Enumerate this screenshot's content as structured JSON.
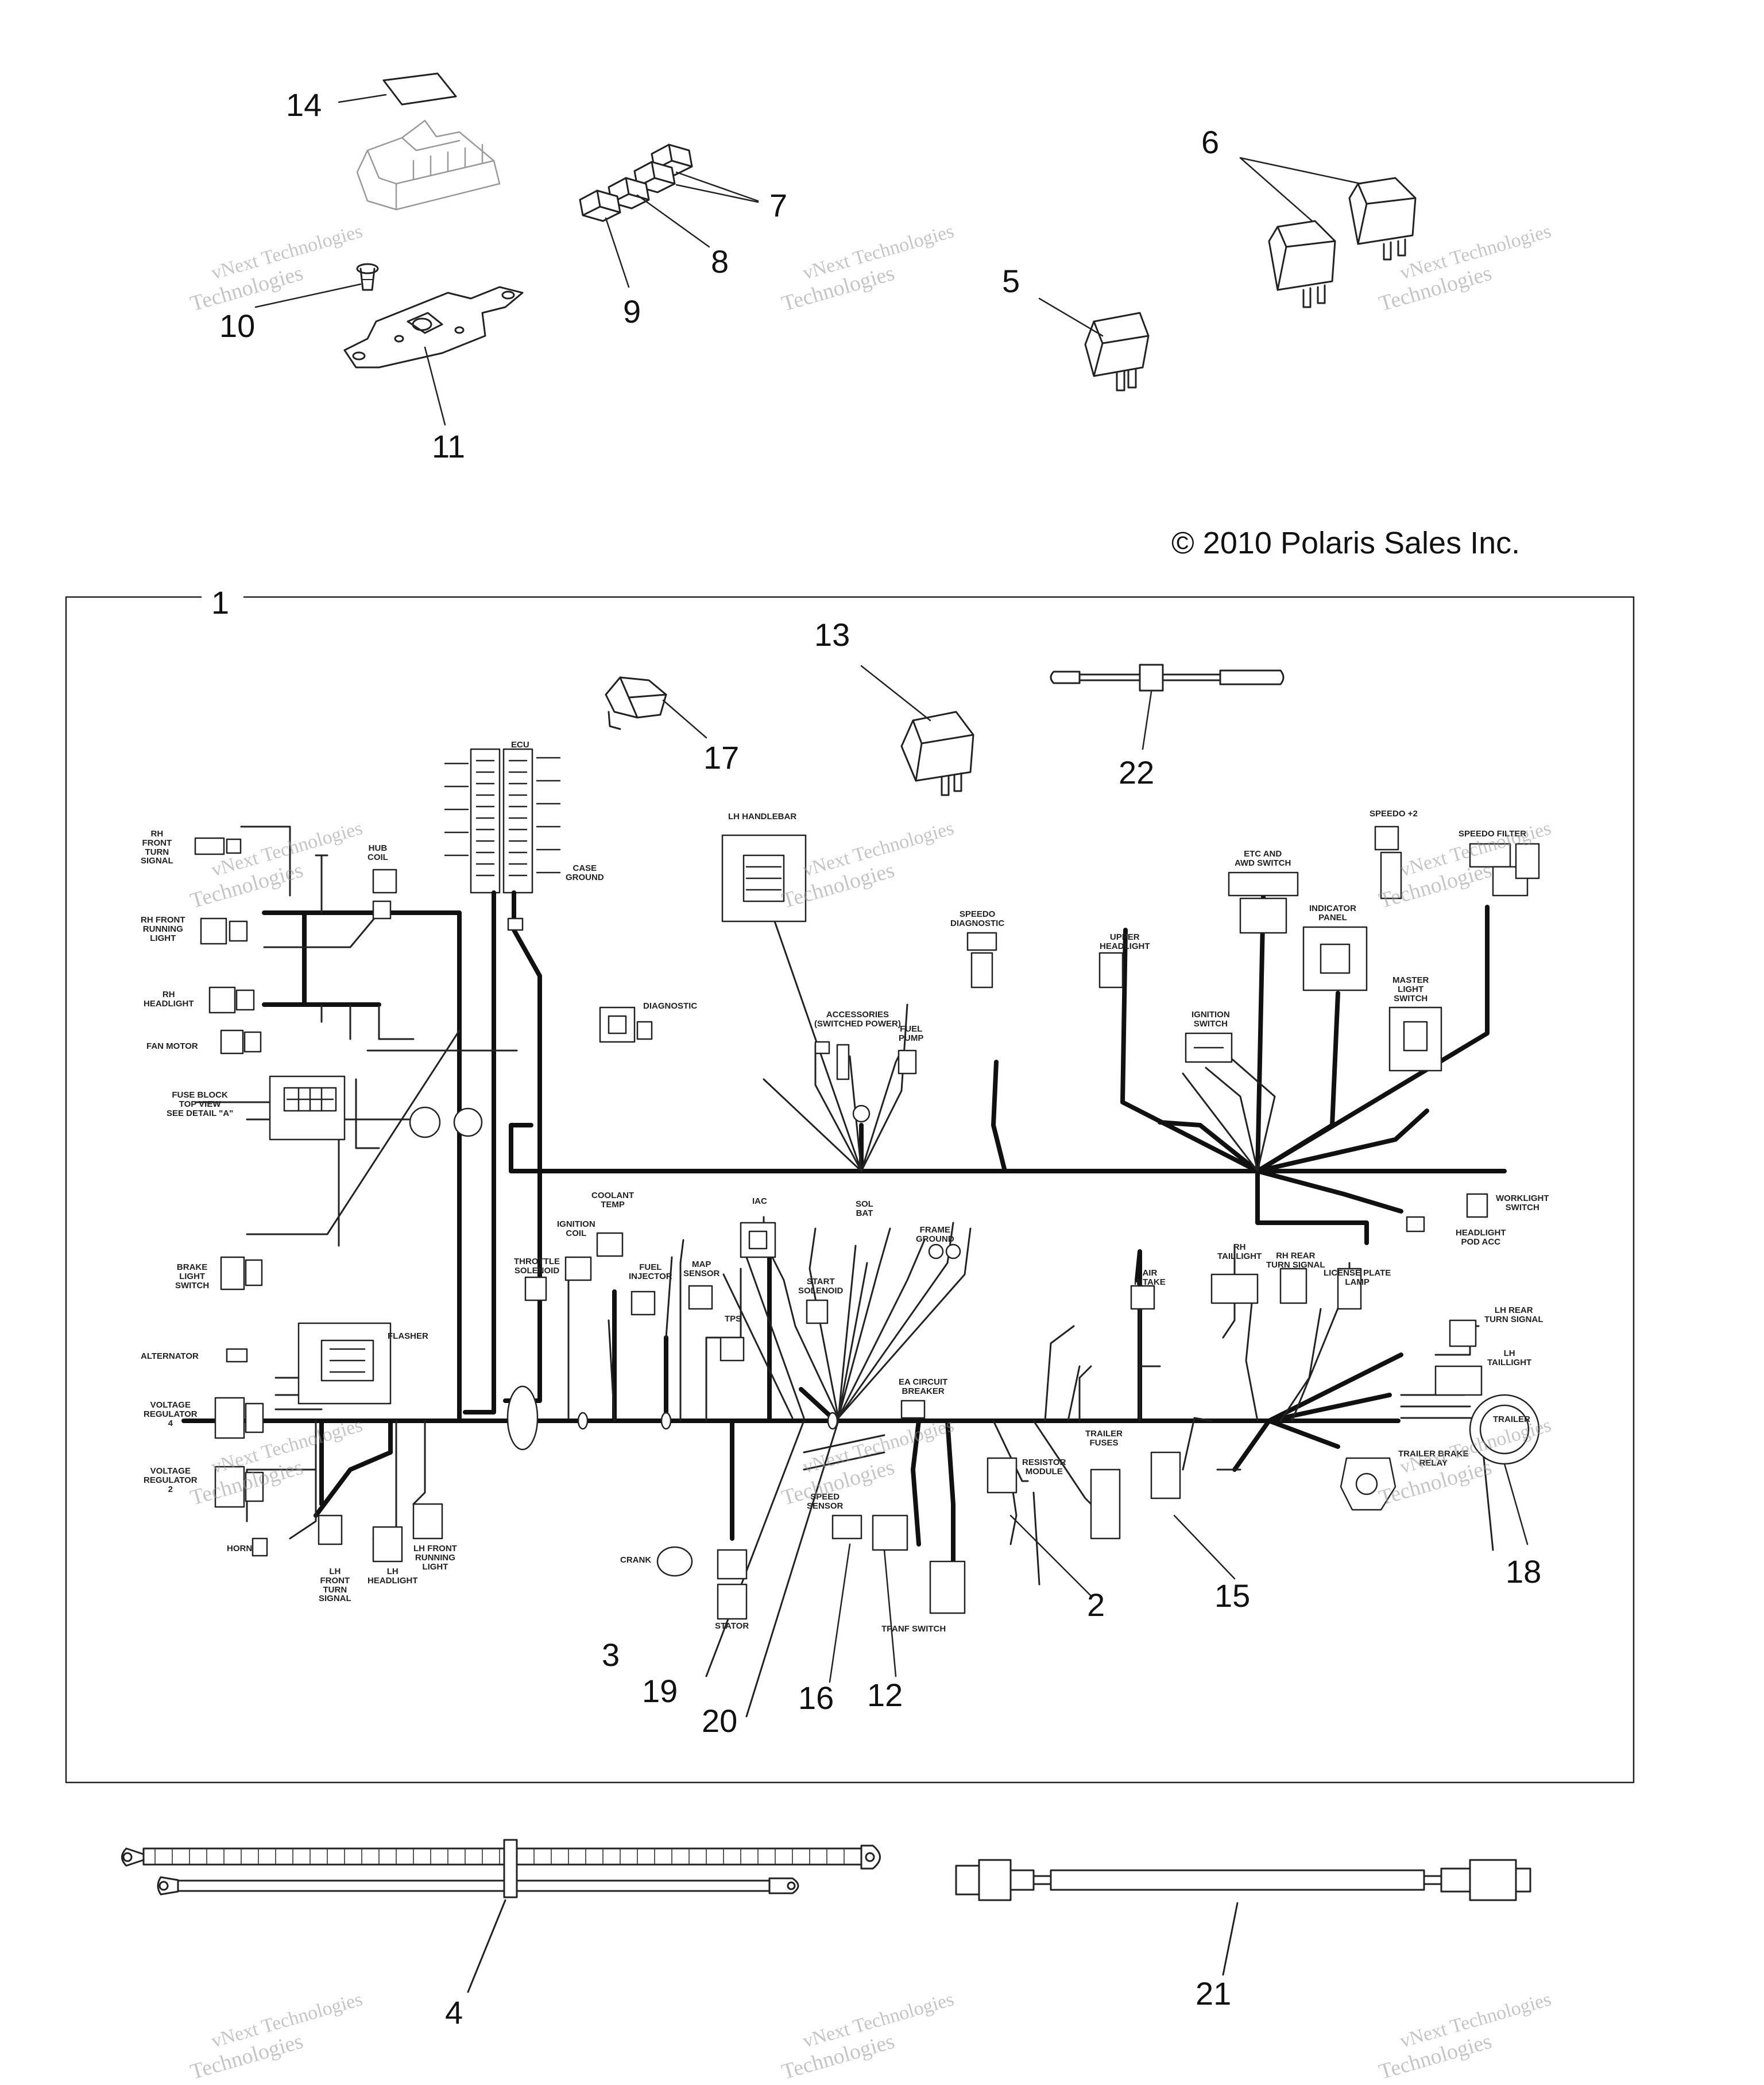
{
  "copyright": "© 2010 Polaris Sales Inc.",
  "watermark": {
    "line1": "vNext Technologies",
    "line2": "Technologies"
  },
  "callouts": [
    "1",
    "2",
    "3",
    "4",
    "5",
    "6",
    "7",
    "8",
    "9",
    "10",
    "11",
    "12",
    "13",
    "14",
    "15",
    "16",
    "17",
    "18",
    "19",
    "20",
    "21",
    "22"
  ],
  "harness_labels": {
    "ecu": "ECU",
    "rh_front_turn": "RH\nFRONT\nTURN\nSIGNAL",
    "hub_coil": "HUB\nCOIL",
    "rh_front_running": "RH FRONT\nRUNNING\nLIGHT",
    "case_ground": "CASE\nGROUND",
    "lh_handlebar": "LH HANDLEBAR",
    "etc_awd": "ETC AND\nAWD SWITCH",
    "speedo2": "SPEEDO +2",
    "speedo_filter": "SPEEDO FILTER",
    "rh_headlight": "RH\nHEADLIGHT",
    "diagnostic": "DIAGNOSTIC",
    "speedo_diagnostic": "SPEEDO\nDIAGNOSTIC",
    "indicator_panel": "INDICATOR\nPANEL",
    "fan_motor": "FAN MOTOR",
    "accessories": "ACCESSORIES\n(SWITCHED POWER)",
    "fuel_pump": "FUEL\nPUMP",
    "upper_headlight": "UPPER\nHEADLIGHT",
    "ignition_switch": "IGNITION\nSWITCH",
    "master_light": "MASTER\nLIGHT\nSWITCH",
    "fuse_block": "FUSE BLOCK\nTOP VIEW\nSEE DETAIL \"A\"",
    "coolant_temp": "COOLANT\nTEMP",
    "iac": "IAC",
    "sol_bat": "SOL\nBAT",
    "frame_ground": "FRAME\nGROUND",
    "worklight": "WORKLIGHT\nSWITCH",
    "ignition_coil": "IGNITION\nCOIL",
    "headlight_pod": "HEADLIGHT\nPOD ACC",
    "brake_light": "BRAKE\nLIGHT\nSWITCH",
    "throttle_solenoid": "THROTTLE\nSOLENOID",
    "fuel_injector": "FUEL\nINJECTOR",
    "map_sensor": "MAP\nSENSOR",
    "start_solenoid": "START\nSOLENOID",
    "tps": "TPS",
    "rh_taillight": "RH\nTAILLIGHT",
    "rh_rear_turn": "RH REAR\nTURN SIGNAL",
    "air_intake": "AIR\nINTAKE",
    "license_plate": "LICENSE PLATE\nLAMP",
    "lh_rear_turn": "LH REAR\nTURN SIGNAL",
    "flasher": "FLASHER",
    "alternator": "ALTERNATOR",
    "lh_taillight": "LH\nTAILLIGHT",
    "voltage_reg4": "VOLTAGE\nREGULATOR\n4",
    "ea_circuit": "EA CIRCUIT\nBREAKER",
    "trailer_fuses": "TRAILER\nFUSES",
    "trailer": "TRAILER",
    "voltage_reg2": "VOLTAGE\nREGULATOR\n2",
    "resistor_module": "RESISTOR\nMODULE",
    "trailer_brake": "TRAILER BRAKE\nRELAY",
    "speed_sensor": "SPEED\nSENSOR",
    "horn": "HORN",
    "crank": "CRANK",
    "lh_front_turn": "LH\nFRONT\nTURN\nSIGNAL",
    "lh_headlight": "LH\nHEADLIGHT",
    "lh_front_running": "LH FRONT\nRUNNING\nLIGHT",
    "stator": "STATOR",
    "tpanf_switch": "TPANF SWITCH"
  }
}
